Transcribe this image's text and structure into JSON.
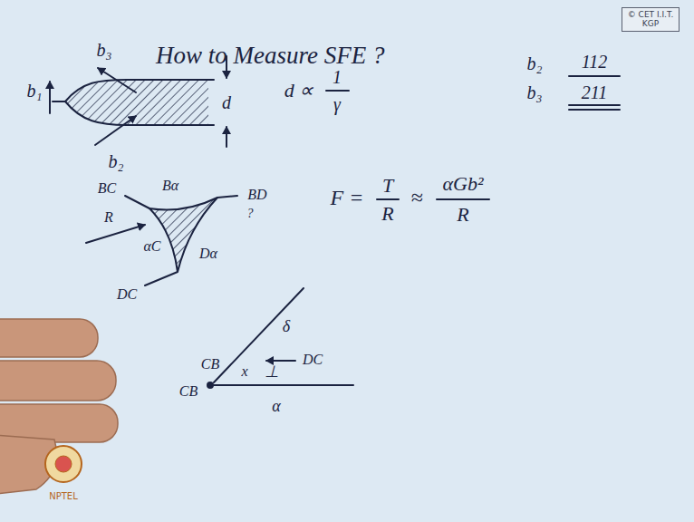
{
  "diagram": {
    "title": "How to Measure SFE ?",
    "nodes": [
      {
        "text": [
          "© CET I.I.T. KGP"
        ]
      }
    ],
    "labels": [
      "b₁",
      "b₃",
      "b₂",
      "d",
      "d ∝",
      "1",
      "γ",
      "b₂",
      "112",
      "b₃",
      "211",
      "BC",
      "Bα",
      "BD",
      "?",
      "R",
      "αC",
      "Dα",
      "DC",
      "F =",
      "T",
      "R",
      "≈",
      "αGb²",
      "R",
      "CB",
      "δ",
      "x",
      "DC",
      "⊥",
      "CB",
      "α",
      "NPTEL"
    ]
  }
}
